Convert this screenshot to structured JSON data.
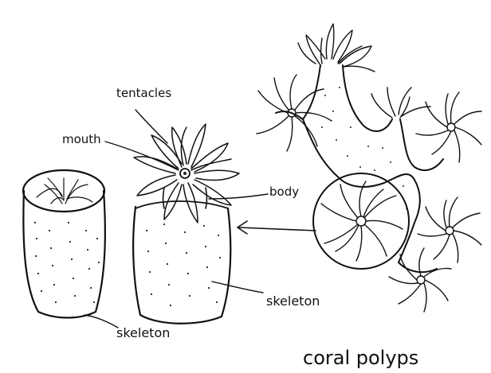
{
  "labels": {
    "tentacles": "tentacles",
    "mouth": "mouth",
    "body": "body",
    "skeleton_center": "skeleton",
    "skeleton_left": "skeleton",
    "caption": "coral polyps"
  },
  "colors": {
    "ink": "#111111",
    "background": "#ffffff"
  }
}
